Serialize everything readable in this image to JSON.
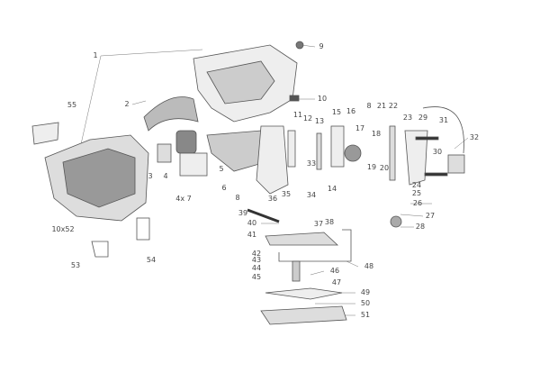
{
  "diagram": {
    "type": "exploded-parts-view",
    "labels": [
      {
        "id": "1",
        "text": "1"
      },
      {
        "id": "2",
        "text": "2"
      },
      {
        "id": "3",
        "text": "3"
      },
      {
        "id": "4",
        "text": "4"
      },
      {
        "id": "5",
        "text": "5"
      },
      {
        "id": "6",
        "text": "6"
      },
      {
        "id": "4x7",
        "text": "4x 7"
      },
      {
        "id": "8a",
        "text": "8"
      },
      {
        "id": "9",
        "text": "9"
      },
      {
        "id": "10",
        "text": "10"
      },
      {
        "id": "11",
        "text": "11"
      },
      {
        "id": "12",
        "text": "12"
      },
      {
        "id": "13",
        "text": "13"
      },
      {
        "id": "14",
        "text": "14"
      },
      {
        "id": "15",
        "text": "15"
      },
      {
        "id": "16",
        "text": "16"
      },
      {
        "id": "17",
        "text": "17"
      },
      {
        "id": "8b",
        "text": "8"
      },
      {
        "id": "21",
        "text": "21"
      },
      {
        "id": "22",
        "text": "22"
      },
      {
        "id": "18",
        "text": "18"
      },
      {
        "id": "19",
        "text": "19"
      },
      {
        "id": "20",
        "text": "20"
      },
      {
        "id": "23",
        "text": "23"
      },
      {
        "id": "29",
        "text": "29"
      },
      {
        "id": "31",
        "text": "31"
      },
      {
        "id": "32",
        "text": "32"
      },
      {
        "id": "30",
        "text": "30"
      },
      {
        "id": "24",
        "text": "24"
      },
      {
        "id": "25",
        "text": "25"
      },
      {
        "id": "26",
        "text": "26"
      },
      {
        "id": "27",
        "text": "27"
      },
      {
        "id": "28",
        "text": "28"
      },
      {
        "id": "33",
        "text": "33"
      },
      {
        "id": "34",
        "text": "34"
      },
      {
        "id": "35",
        "text": "35"
      },
      {
        "id": "36",
        "text": "36"
      },
      {
        "id": "37",
        "text": "37"
      },
      {
        "id": "38",
        "text": "38"
      },
      {
        "id": "39",
        "text": "39"
      },
      {
        "id": "40",
        "text": "40"
      },
      {
        "id": "41",
        "text": "41"
      },
      {
        "id": "42",
        "text": "42"
      },
      {
        "id": "43",
        "text": "43"
      },
      {
        "id": "44",
        "text": "44"
      },
      {
        "id": "45",
        "text": "45"
      },
      {
        "id": "46",
        "text": "46"
      },
      {
        "id": "47",
        "text": "47"
      },
      {
        "id": "48",
        "text": "48"
      },
      {
        "id": "49",
        "text": "49"
      },
      {
        "id": "50",
        "text": "50"
      },
      {
        "id": "51",
        "text": "51"
      },
      {
        "id": "10x52",
        "text": "10x52"
      },
      {
        "id": "53",
        "text": "53"
      },
      {
        "id": "54",
        "text": "54"
      },
      {
        "id": "55",
        "text": "55"
      }
    ]
  }
}
